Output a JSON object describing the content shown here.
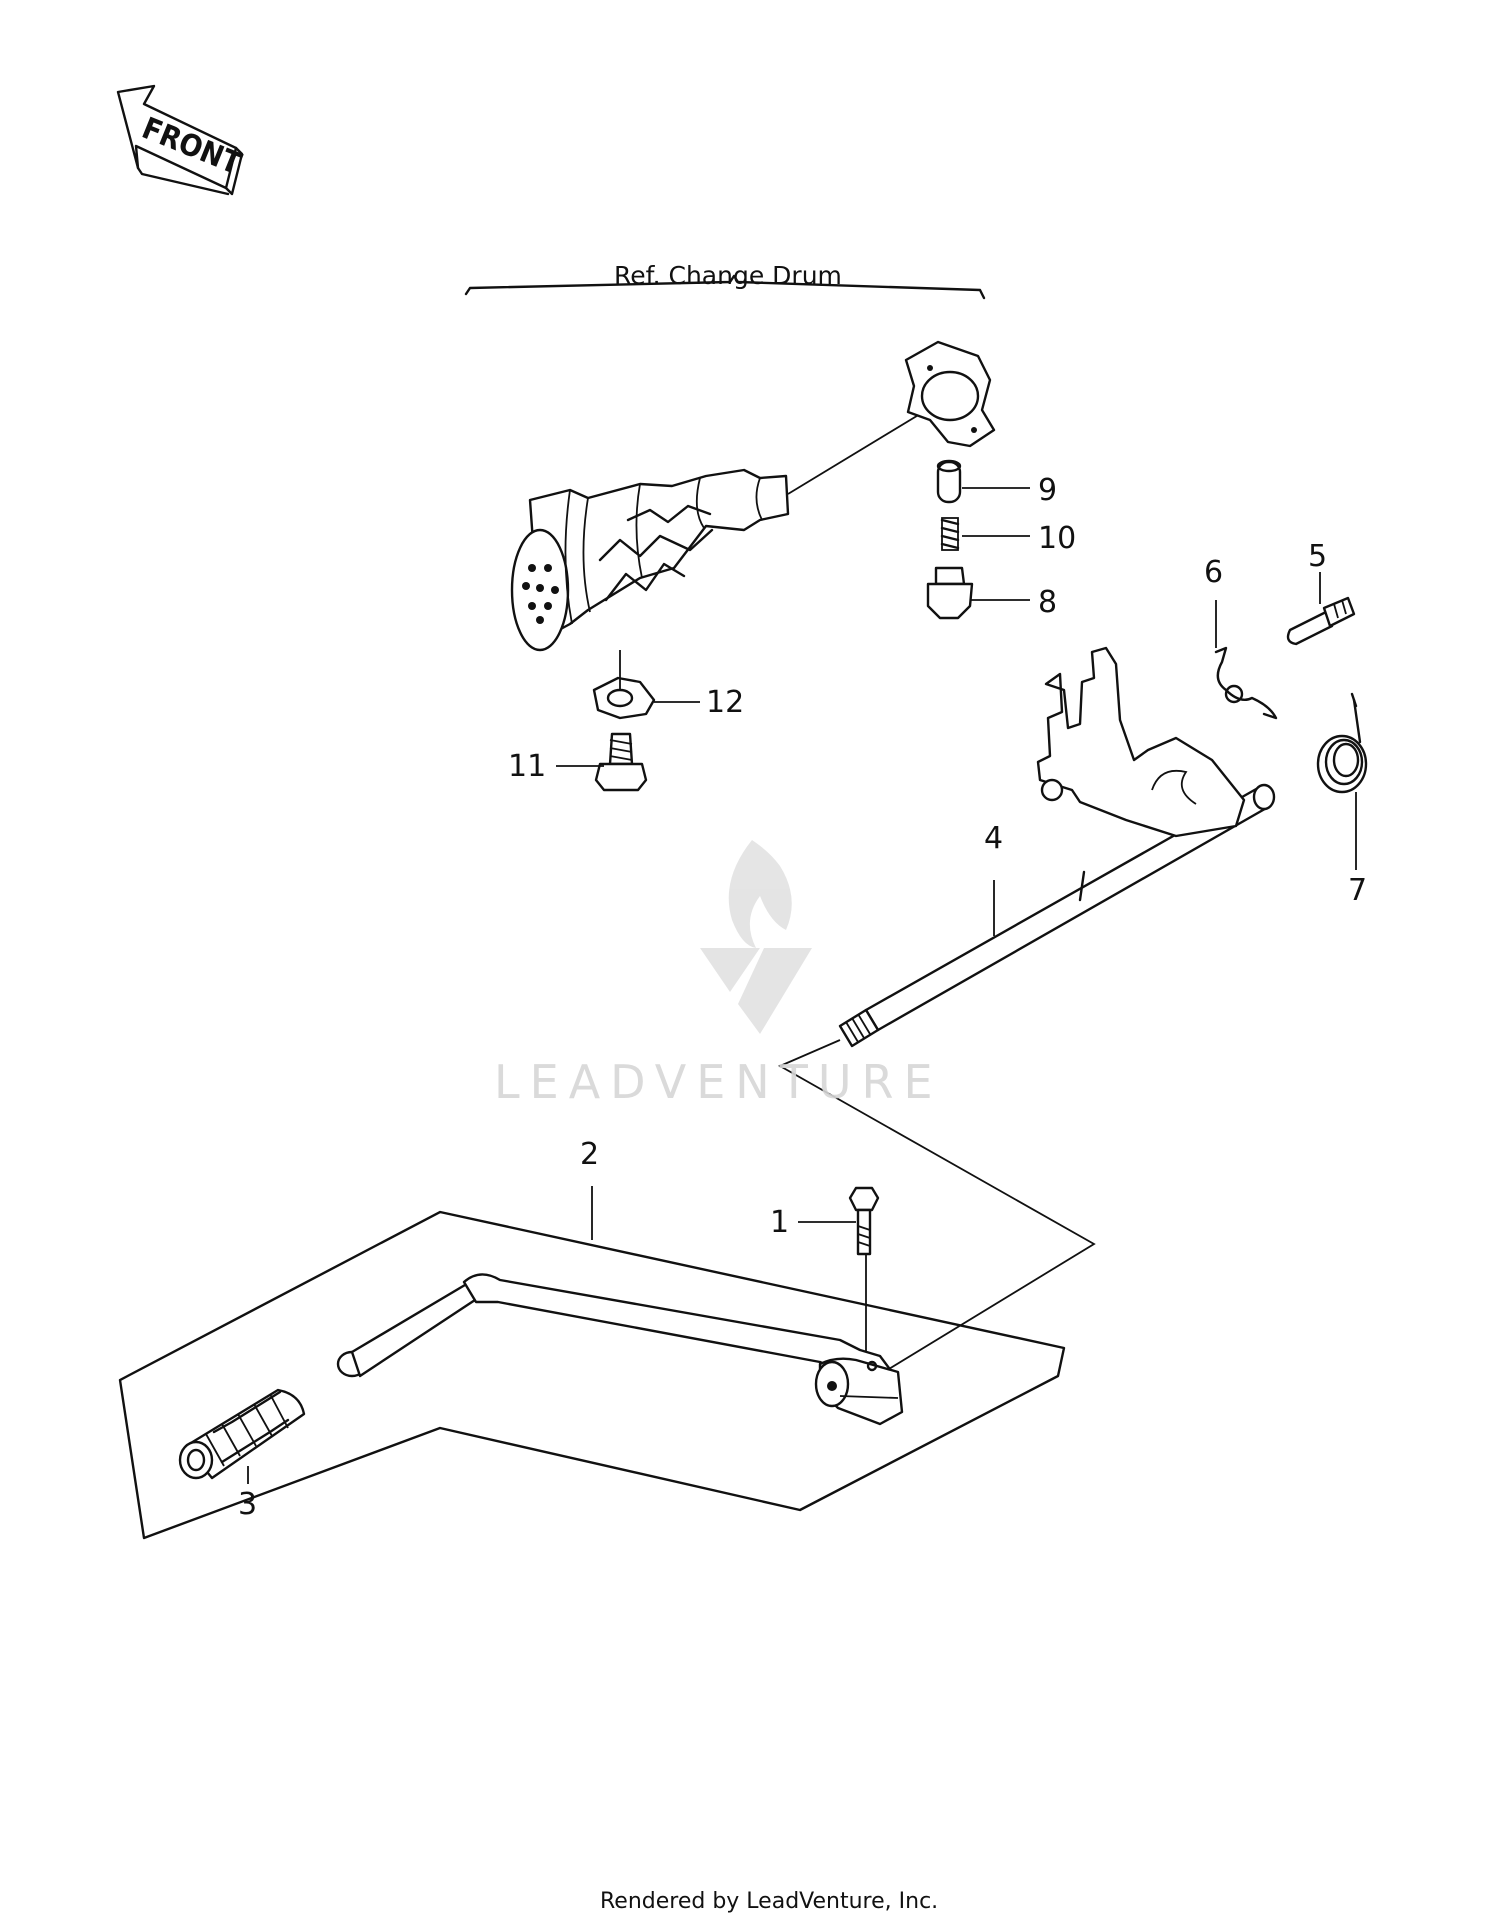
{
  "front_arrow": {
    "label": "FRONT"
  },
  "ref_change_drum": "Ref. Change Drum",
  "watermark": "LEADVENTURE",
  "footer": "Rendered by LeadVenture, Inc.",
  "callouts": [
    {
      "id": "1",
      "text": "1"
    },
    {
      "id": "2",
      "text": "2"
    },
    {
      "id": "3",
      "text": "3"
    },
    {
      "id": "4",
      "text": "4"
    },
    {
      "id": "5",
      "text": "5"
    },
    {
      "id": "6",
      "text": "6"
    },
    {
      "id": "7",
      "text": "7"
    },
    {
      "id": "8",
      "text": "8"
    },
    {
      "id": "9",
      "text": "9"
    },
    {
      "id": "10",
      "text": "10"
    },
    {
      "id": "11",
      "text": "11"
    },
    {
      "id": "12",
      "text": "12"
    }
  ]
}
